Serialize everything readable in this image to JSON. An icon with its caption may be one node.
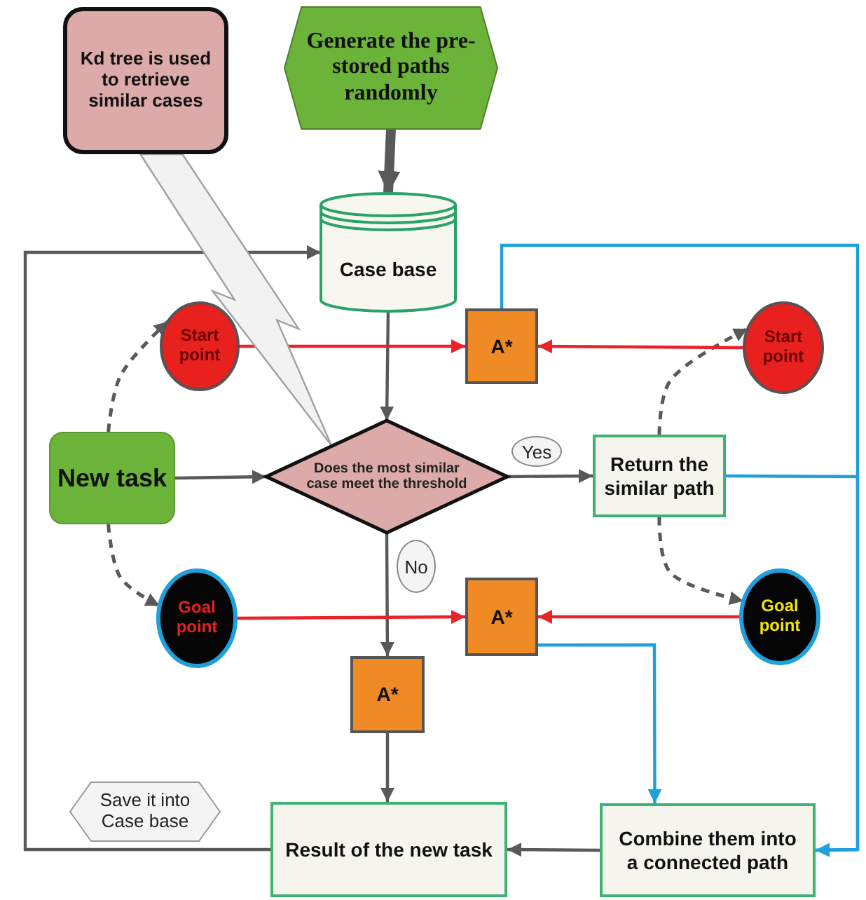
{
  "diagram": {
    "nodes": [
      {
        "text": [
          "Kd tree is used to retrieve similar cases"
        ]
      },
      {
        "text": [
          "Generate the pre-stored paths randomly"
        ]
      },
      {
        "text": [
          "Case base"
        ]
      },
      {
        "text": [
          "Start point"
        ]
      },
      {
        "text": [
          "A*"
        ]
      },
      {
        "text": [
          "Start point"
        ]
      },
      {
        "text": [
          "New task"
        ]
      },
      {
        "text": [
          "Does the most similar case meet the threshold"
        ]
      },
      {
        "text": [
          "Return the similar path"
        ]
      },
      {
        "text": [
          "Goal point"
        ]
      },
      {
        "text": [
          "A*"
        ]
      },
      {
        "text": [
          "Goal point"
        ]
      },
      {
        "text": [
          "A*"
        ]
      },
      {
        "text": [
          "Result of the new task"
        ]
      },
      {
        "text": [
          "Combine them into a connected path"
        ]
      },
      {
        "text": [
          "Save it into Case base"
        ]
      }
    ],
    "edges": [
      {
        "from": 1,
        "to": 2,
        "arrow": "to",
        "style": "thick"
      },
      {
        "from": 2,
        "to": 7,
        "arrow": "to"
      },
      {
        "from": 6,
        "to": 7,
        "arrow": "to"
      },
      {
        "from": 7,
        "to": 8,
        "arrow": "to",
        "label": "Yes"
      },
      {
        "from": 7,
        "to": 12,
        "arrow": "to",
        "label": "No"
      },
      {
        "from": 12,
        "to": 13,
        "arrow": "to"
      },
      {
        "from": 6,
        "to": 3,
        "arrow": "to",
        "style": "dashed"
      },
      {
        "from": 6,
        "to": 9,
        "arrow": "to",
        "style": "dashed"
      },
      {
        "from": 8,
        "to": 5,
        "arrow": "to",
        "style": "dashed"
      },
      {
        "from": 8,
        "to": 11,
        "arrow": "to",
        "style": "dashed"
      },
      {
        "from": 3,
        "to": 4,
        "arrow": "to",
        "color": "#e8232a"
      },
      {
        "from": 5,
        "to": 4,
        "arrow": "to",
        "color": "#e8232a"
      },
      {
        "from": 9,
        "to": 10,
        "arrow": "to",
        "color": "#e8232a"
      },
      {
        "from": 11,
        "to": 10,
        "arrow": "to",
        "color": "#e8232a"
      },
      {
        "from": 4,
        "to": 14,
        "arrow": "to",
        "color": "#1ea0dc"
      },
      {
        "from": 8,
        "to": 14,
        "arrow": "to",
        "color": "#1ea0dc"
      },
      {
        "from": 10,
        "to": 14,
        "arrow": "to",
        "color": "#1ea0dc"
      },
      {
        "from": 14,
        "to": 13,
        "arrow": "to"
      },
      {
        "from": 13,
        "to": 2,
        "arrow": "to"
      },
      {
        "from": 0,
        "to": 7,
        "arrow": "none"
      }
    ]
  }
}
